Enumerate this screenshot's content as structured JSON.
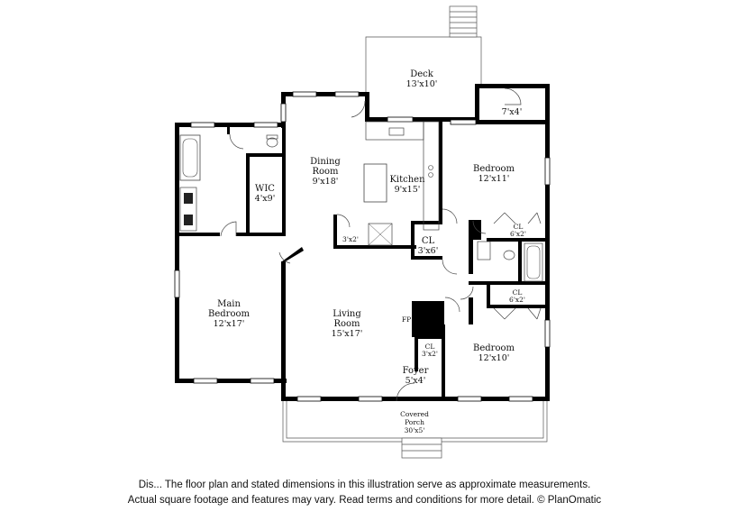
{
  "rooms": {
    "deck": {
      "name": "Deck",
      "dim": "13'x10'"
    },
    "storage": {
      "dim": "7'x4'"
    },
    "dining": {
      "name1": "Dining",
      "name2": "Room",
      "dim": "9'x18'"
    },
    "kitchen": {
      "name": "Kitchen",
      "dim": "9'x15'"
    },
    "bedroom_top": {
      "name": "Bedroom",
      "dim": "12'x11'"
    },
    "cl_top": {
      "name": "CL",
      "dim": "6'x2'"
    },
    "wic": {
      "name": "WIC",
      "dim": "4'x9'"
    },
    "pantry": {
      "dim": "3'x2'"
    },
    "cl_hall": {
      "name": "CL",
      "dim": "3'x6'"
    },
    "main_bedroom": {
      "name1": "Main",
      "name2": "Bedroom",
      "dim": "12'x17'"
    },
    "living": {
      "name1": "Living",
      "name2": "Room",
      "dim": "15'x17'"
    },
    "fp": {
      "name": "FP"
    },
    "cl_foyer": {
      "name": "CL",
      "dim": "3'x2'"
    },
    "cl_mid": {
      "name": "CL",
      "dim": "6'x2'"
    },
    "foyer": {
      "name": "Foyer",
      "dim": "5'x4'"
    },
    "bedroom_bottom": {
      "name": "Bedroom",
      "dim": "12'x10'"
    },
    "porch": {
      "name1": "Covered",
      "name2": "Porch",
      "dim": "30'x5'"
    }
  },
  "disclaimer": {
    "line1": "Dis... The floor plan and stated dimensions in this illustration serve as approximate measurements.",
    "line2": "Actual square footage and features may vary. Read terms and conditions for more detail. © PlanOmatic"
  }
}
